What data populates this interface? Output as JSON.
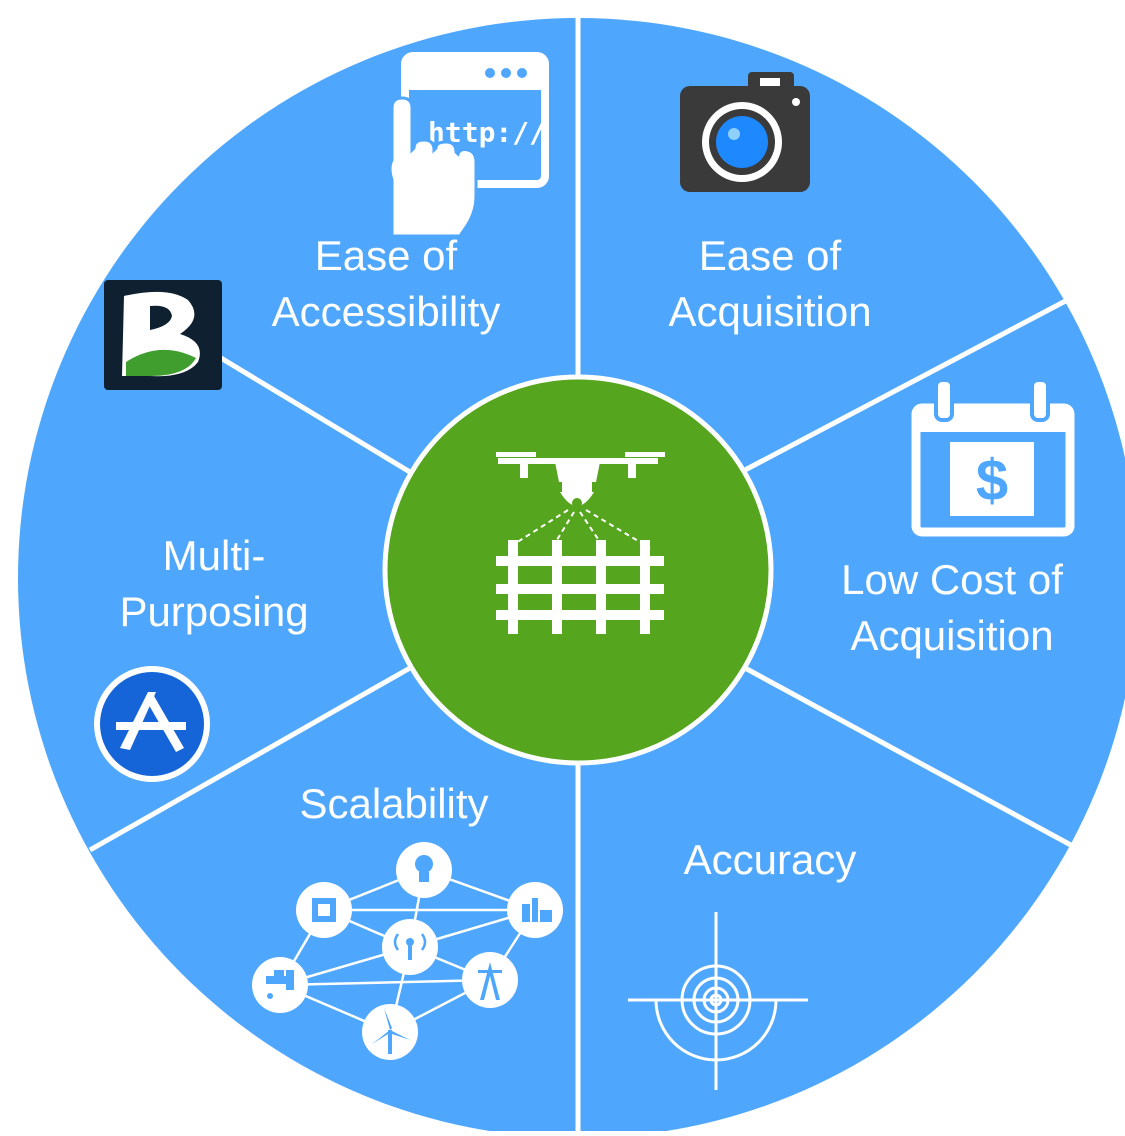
{
  "colors": {
    "wheel": "#4ea7fd",
    "divider": "#ffffff",
    "hub": "#55a51e",
    "hub_ring": "#ffffff",
    "icon_dark": "#3a3a3a",
    "app_store_blue": "#1565d8",
    "logo_dark": "#0f2030",
    "logo_green": "#3f9e2e"
  },
  "hub": {
    "icon": "drone-survey-grid-icon"
  },
  "segments": {
    "accessibility": {
      "line1": "Ease of",
      "line2": "Accessibility",
      "icon": "browser-http-icon",
      "icon_text": "http://"
    },
    "acquisition": {
      "line1": "Ease of",
      "line2": "Acquisition",
      "icon": "camera-icon"
    },
    "low_cost": {
      "line1": "Low Cost of",
      "line2": "Acquisition",
      "icon": "calendar-dollar-icon",
      "icon_text": "$"
    },
    "accuracy": {
      "label": "Accuracy",
      "icon": "target-crosshair-icon"
    },
    "scalability": {
      "label": "Scalability",
      "icon": "iot-network-icon"
    },
    "multi_purposing": {
      "line1": "Multi-",
      "line2": "Purposing",
      "icon": "app-store-icon"
    },
    "bentley": {
      "icon": "bentley-logo-icon"
    }
  }
}
